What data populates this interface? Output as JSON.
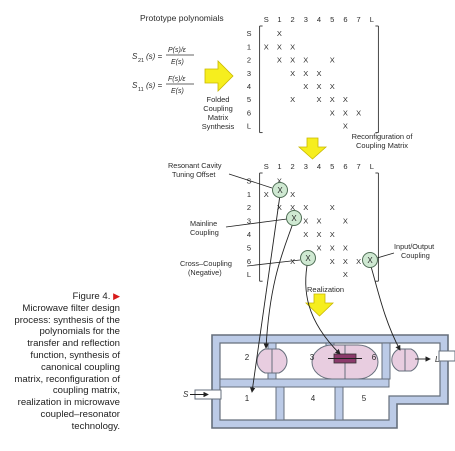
{
  "caption": {
    "figure_label": "Figure 4.",
    "text_lines": [
      "Microwave filter design",
      "process: synthesis of the",
      "polynomials for the",
      "transfer and reflection",
      "function, synthesis of",
      "canonical coupling",
      "matrix, reconfiguration of",
      "coupling matrix,",
      "realization in microwave",
      "coupled–resonator",
      "technology."
    ]
  },
  "stage1": {
    "title": "Prototype polynomials",
    "s21_label": "S",
    "s21_sub": "21",
    "s21_frac_num": "P(s)/ε",
    "s21_frac_den": "E(s)",
    "s11_label": "S",
    "s11_sub": "11",
    "s11_frac_num": "F(s)/ε",
    "s11_frac_den": "E(s)",
    "arg_text": "(s) =",
    "synthesis_label_lines": [
      "Folded",
      "Coupling",
      "Matrix",
      "Synthesis"
    ]
  },
  "matrix": {
    "col_headers": [
      "S",
      "1",
      "2",
      "3",
      "4",
      "5",
      "6",
      "7",
      "L"
    ],
    "row_headers": [
      "S",
      "1",
      "2",
      "3",
      "4",
      "5",
      "6",
      "L"
    ],
    "mark": "X"
  },
  "stage2": {
    "reconfig_label_lines": [
      "Reconfiguration of",
      "Coupling Matrix"
    ],
    "resonant_label_lines": [
      "Resonant Cavity",
      "Tuning Offset"
    ],
    "mainline_label_lines": [
      "Mainline",
      "Coupling"
    ],
    "cross_label_lines": [
      "Cross–Coupling",
      "(Negative)"
    ],
    "io_label_lines": [
      "Input/Output",
      "Coupling"
    ],
    "circle_mark": "X"
  },
  "stage3": {
    "realization_label": "Realization",
    "cavity_numbers": [
      "2",
      "3",
      "6",
      "1",
      "4",
      "5"
    ],
    "source_label": "S",
    "load_label": "L"
  },
  "colors": {
    "accent_yellow": "#f6ee1e",
    "arrow_red": "#d81b1b",
    "waveguide_fill": "#bccbe7",
    "waveguide_stroke": "#666f7c",
    "circle_fill": "#cfe9d2",
    "iris_fill": "#e8cde0"
  }
}
